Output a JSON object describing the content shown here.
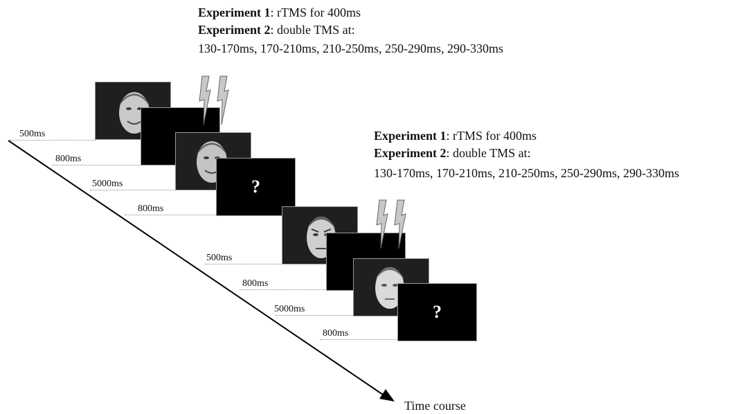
{
  "top_note": {
    "exp1_label": "Experiment 1",
    "exp1_text": ":  rTMS for 400ms",
    "exp2_label": "Experiment 2",
    "exp2_text": ": double TMS at:",
    "windows": "130-170ms, 170-210ms, 210-250ms, 250-290ms, 290-330ms"
  },
  "right_note": {
    "exp1_label": "Experiment 1",
    "exp1_text": ":  rTMS for 400ms",
    "exp2_label": "Experiment 2",
    "exp2_text": ": double TMS at:",
    "windows": "130-170ms, 170-210ms, 210-250ms, 250-290ms, 290-330ms"
  },
  "trial1": {
    "face_duration": "500ms",
    "blank_duration": "800ms",
    "probe_face_duration": "5000ms",
    "question_duration": "800ms",
    "question_mark": "?"
  },
  "trial2": {
    "face_duration": "500ms",
    "blank_duration": "800ms",
    "probe_face_duration": "5000ms",
    "question_duration": "800ms",
    "question_mark": "?"
  },
  "axis": {
    "label": "Time course"
  },
  "colors": {
    "frame": "#000000",
    "bolt_fill": "#c8c8c8",
    "bolt_stroke": "#666666"
  },
  "icons": {
    "stimulus": "lightning-bolt-icon",
    "face": "face-photo"
  }
}
